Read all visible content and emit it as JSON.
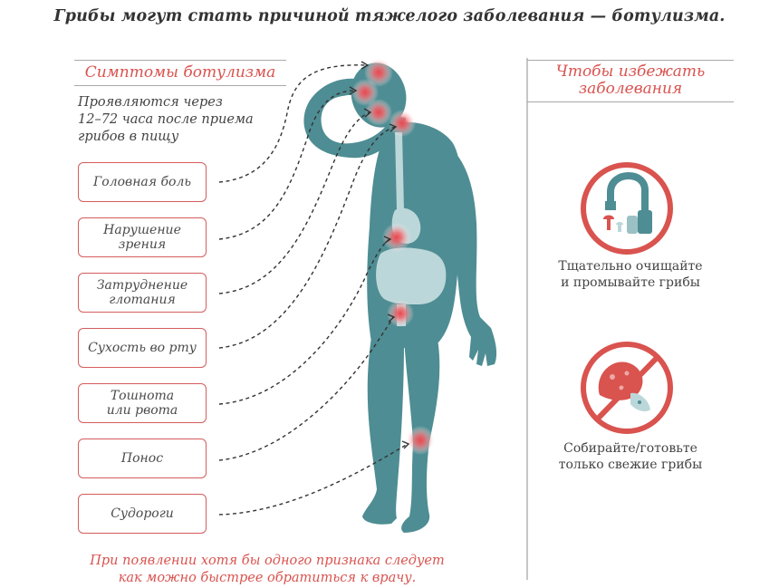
{
  "title": "Грибы могут стать причиной тяжелого заболевания — ботулизма.",
  "symptoms": {
    "heading": "Симптомы ботулизма",
    "intro": [
      "Проявляются через",
      "12–72 часа после приема",
      "грибов в пищу"
    ],
    "items": [
      {
        "line1": "Головная боль",
        "line2": ""
      },
      {
        "line1": "Нарушение",
        "line2": "зрения"
      },
      {
        "line1": "Затруднение",
        "line2": "глотания"
      },
      {
        "line1": "Сухость во рту",
        "line2": ""
      },
      {
        "line1": "Тошнота",
        "line2": "или рвота"
      },
      {
        "line1": "Понос",
        "line2": ""
      },
      {
        "line1": "Судороги",
        "line2": ""
      }
    ],
    "note": [
      "При появлении хотя бы одного признака следует",
      "как можно быстрее обратиться к врачу."
    ]
  },
  "prevention": {
    "heading": [
      "Чтобы избежать",
      "заболевания"
    ],
    "tips": [
      {
        "line1": "Тщательно очищайте",
        "line2": "и промывайте грибы",
        "icon": "faucet-wash-icon"
      },
      {
        "line1": "Собирайте/готовьте",
        "line2": "только свежие грибы",
        "icon": "no-spoiled-mushroom-icon"
      }
    ]
  },
  "colors": {
    "accent": "#d9534f",
    "body": "#4e8d93",
    "organs": "#bcd7d9",
    "text": "#444444",
    "rule": "#a9a9a9"
  }
}
